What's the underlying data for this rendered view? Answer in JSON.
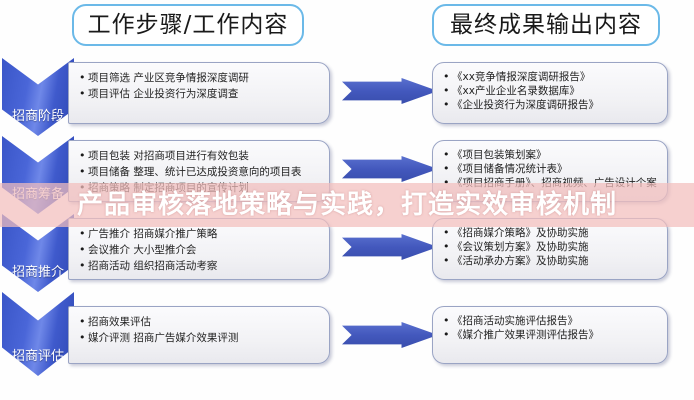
{
  "headers": {
    "left": "工作步骤/工作内容",
    "right": "最终成果输出内容"
  },
  "colors": {
    "chevron_blue": "#3f5acc",
    "arrow_blue": "#4358bd",
    "header_border": "#6bb9e8",
    "box_border": "#9aa4c4",
    "watermark_band": "#f3bebc"
  },
  "rows": [
    {
      "stage": "招商阶段",
      "steps": [
        "项目筛选 产业区竞争情报深度调研",
        "项目评估 企业投资行为深度调查"
      ],
      "outputs": [
        "《xx竞争情报深度调研报告》",
        "《xx产业企业名录数据库》",
        "《企业投资行为深度调研报告》"
      ]
    },
    {
      "stage": "招商筹备",
      "steps": [
        "项目包装 对招商项目进行有效包装",
        "项目储备 整理、统计已达成投资意向的项目表",
        "招商策略 制定招商项目的宣传计划"
      ],
      "outputs": [
        "《项目包装策划案》",
        "《项目储备情况统计表》",
        "《项目招商手册》、招商视频、广告设计个案"
      ]
    },
    {
      "stage": "招商推介",
      "steps": [
        "广告推介 招商媒介推广策略",
        "会议推介 大小型推介会",
        "招商活动 组织招商活动考察"
      ],
      "outputs": [
        "《招商媒介策略》及协助实施",
        "《会议策划方案》及协助实施",
        "《活动承办方案》及协助实施"
      ]
    },
    {
      "stage": "招商评估",
      "steps": [
        "招商效果评估",
        "媒介评测 招商广告媒介效果评测"
      ],
      "outputs": [
        "《招商活动实施评估报告》",
        "《媒介推广效果评测评估报告》"
      ]
    }
  ],
  "watermark": {
    "text": "产品审核落地策略与实践，打造实效审核机制"
  }
}
